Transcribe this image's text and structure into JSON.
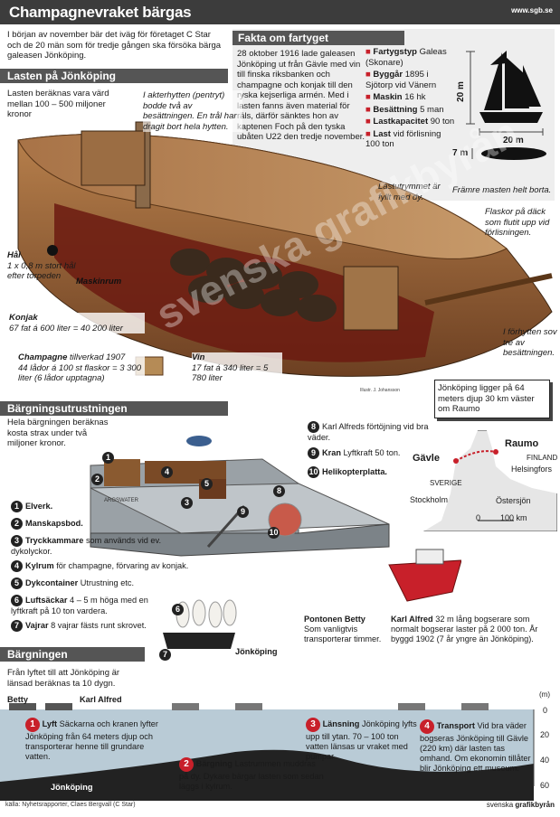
{
  "header": {
    "title": "Champagnevraket bärgas",
    "site": "www.sgb.se"
  },
  "intro": "I början av november bär det iväg för företaget C Star och de 20 män som för tredje gången ska försöka bärga galeasen Jönköping.",
  "cargo_section": {
    "title": "Lasten på Jönköping",
    "value_note": "Lasten beräknas vara värd mellan 100 – 500 miljoner kronor",
    "cabin_note": "I akterhytten (pentryt) bodde två av besättningen. En trål har dragit bort hela hytten.",
    "hole_title": "Hål",
    "hole_text": "1 x 0,8 m stort hål efter torpeden",
    "engine_room": "Maskinrum",
    "cognac_title": "Konjak",
    "cognac_text": "67 fat á 600 liter = 40 200 liter",
    "champagne_title": "Champagne",
    "champagne_year": "tillverkad 1907",
    "champagne_text": "44 lådor á 100 st flaskor = 3 300 liter (6 lådor upptagna)",
    "wine_title": "Vin",
    "wine_text": "17 fat á 340 liter = 5 780 liter",
    "load_mast": "Lastutrymmet är fyllt med dy.",
    "foremast": "Främre masten helt borta.",
    "bottles": "Flaskor på däck som flutit upp vid förlisningen.",
    "fore_cabin": "I förhytten sov tre av besättningen.",
    "credit_small": "Illustr. J. Johansson"
  },
  "facts": {
    "title": "Fakta om fartyget",
    "body": "28 oktober 1916 lade galeasen Jönköping ut från Gävle med vin till finska riksbanken och champagne och konjak till den ryska kejserliga armén. Med i lasten fanns även material för räls, därför sänktes hon av kaptenen Foch på den tyska ubåten U22 den tredje november.",
    "rows": [
      {
        "label": "Fartygstyp",
        "value": "Galeas (Skonare)"
      },
      {
        "label": "Byggår",
        "value": "1895 i Sjötorp vid Vänern"
      },
      {
        "label": "Maskin",
        "value": "16 hk"
      },
      {
        "label": "Besättning",
        "value": "5 man"
      },
      {
        "label": "Lastkapacitet",
        "value": "90 ton"
      },
      {
        "label": "Last",
        "value": "vid förlisning 100 ton"
      }
    ],
    "dim_height": "20 m",
    "dim_length": "20 m",
    "dim_width": "7 m"
  },
  "salvage_equipment": {
    "title": "Bärgningsutrustningen",
    "cost": "Hela bärgningen beräknas kosta strax under två miljoner kronor.",
    "items": [
      {
        "n": "1",
        "bold": "Elverk.",
        "text": ""
      },
      {
        "n": "2",
        "bold": "Manskapsbod.",
        "text": ""
      },
      {
        "n": "3",
        "bold": "Tryckkammare",
        "text": "som används vid ev. dykolyckor."
      },
      {
        "n": "4",
        "bold": "Kylrum",
        "text": "för champagne, förvaring av konjak."
      },
      {
        "n": "5",
        "bold": "Dykcontainer",
        "text": "Utrustning etc."
      },
      {
        "n": "6",
        "bold": "Luftsäckar",
        "text": "4 – 5 m höga med en lyftkraft på 10 ton vardera."
      },
      {
        "n": "7",
        "bold": "Vajrar",
        "text": "8 vajrar fästs runt skrovet."
      },
      {
        "n": "8",
        "bold": "",
        "text": "Karl Alfreds förtöjning vid bra väder."
      },
      {
        "n": "9",
        "bold": "Kran",
        "text": "Lyftkraft 50 ton."
      },
      {
        "n": "10",
        "bold": "Helikopterplatta.",
        "text": ""
      }
    ],
    "pontoon_name": "Pontonen Betty",
    "pontoon_text": "Som vanligtvis transporterar timmer.",
    "tug_name": "Karl Alfred",
    "tug_text": "32 m lång bogserare som normalt bogserar laster på 2 000 ton. År byggd 1902 (7 år yngre än Jönköping).",
    "wreck_label": "Jönköping",
    "pontoon_hull_text": "ARGSWATER",
    "map_callout": "Jönköping ligger på 64 meters djup 30 km väster om Raumo",
    "map": {
      "gavle": "Gävle",
      "raumo": "Raumo",
      "finland": "FINLAND",
      "helsingfors": "Helsingfors",
      "sverige": "SVERIGE",
      "stockholm": "Stockholm",
      "ostersjon": "Östersjön",
      "scale0": "0",
      "scale100": "100 km"
    }
  },
  "salvage": {
    "title": "Bärgningen",
    "text": "Från lyftet till att Jönköping är länsad beräknas ta 10 dygn.",
    "betty": "Betty",
    "karl": "Karl Alfred",
    "wreck": "Jönköping",
    "depth_unit": "(m)",
    "depths": [
      "0",
      "20",
      "40",
      "60"
    ],
    "steps": [
      {
        "n": "1",
        "bold": "Lyft",
        "text": "Säckarna och kranen lyfter Jönköping från 64 meters djup och transporterar henne till grundare vatten."
      },
      {
        "n": "2",
        "bold": "Bärgning",
        "text": "Lastrummen muddras på dy. Dykare bärgar lasten som sedan läggs i kylrum."
      },
      {
        "n": "3",
        "bold": "Länsning",
        "text": "Jönköping lyfts upp till ytan. 70 – 100 ton vatten länsas ur vraket med pumpar."
      },
      {
        "n": "4",
        "bold": "Transport",
        "text": "Vid bra väder bogseras Jönköping till Gävle (220 km) där lasten tas omhand. Om ekonomin tillåter blir Jönköping ett museum."
      }
    ]
  },
  "footer": {
    "source": "källa: Nyhetsrapporter, Claes Bergvall (C Star)",
    "brand1": "svenska",
    "brand2": "grafikbyrån"
  },
  "watermark": "svenska grafikbyrån",
  "colors": {
    "accent": "#c8202a",
    "bar": "#555555",
    "sea": "#b9cbd6",
    "wood": "#8a5a30"
  }
}
